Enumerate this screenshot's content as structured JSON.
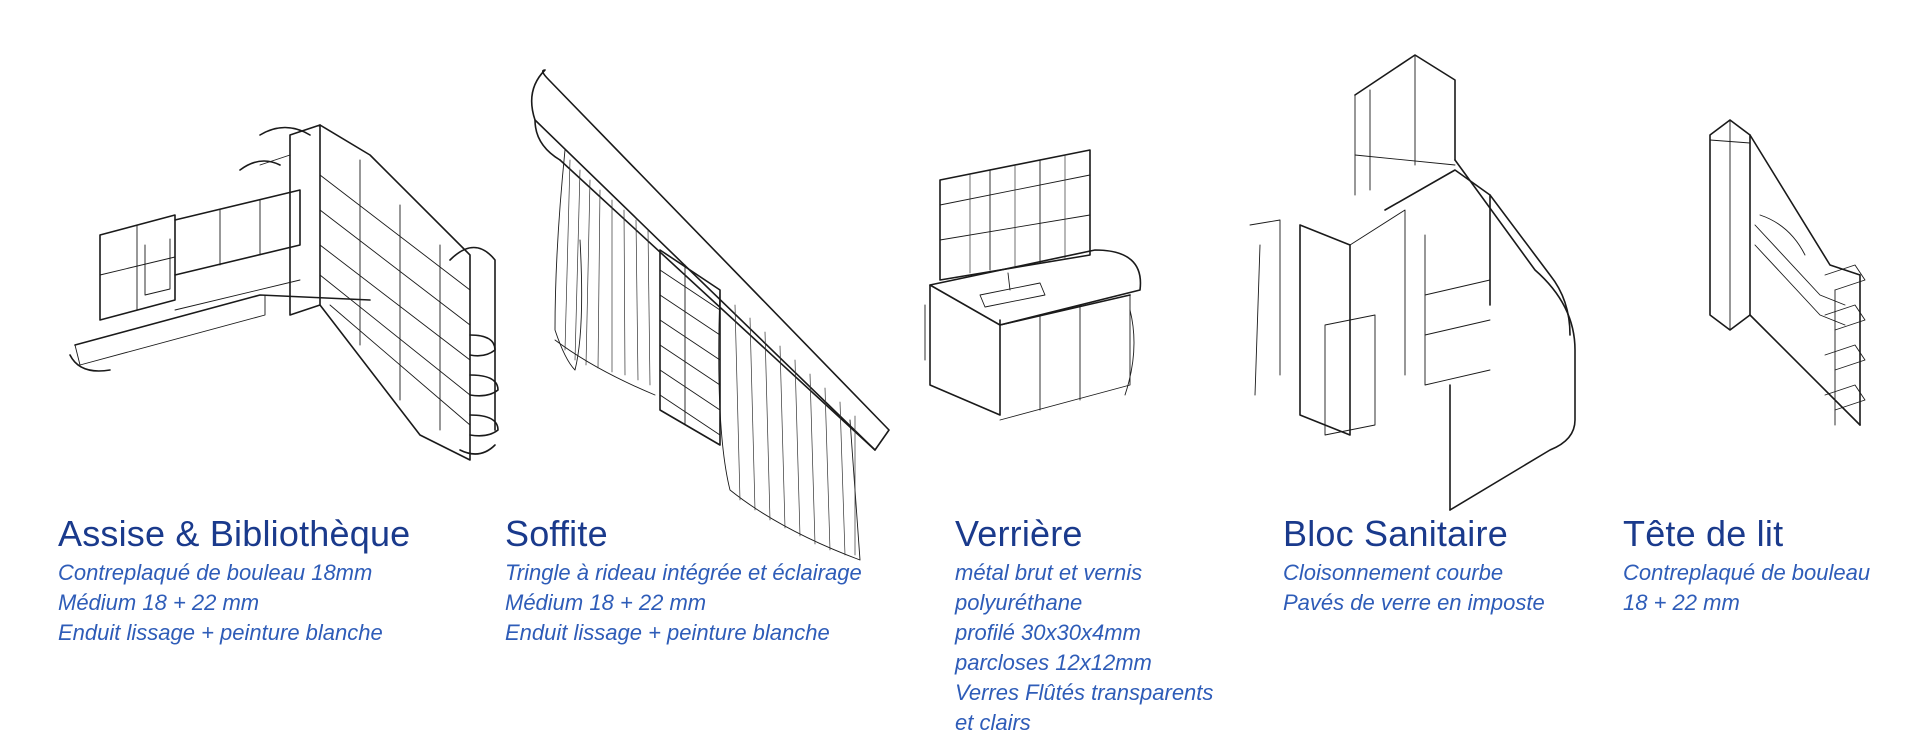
{
  "accent_colors": {
    "title": "#1a3a8c",
    "description": "#2e5cb8"
  },
  "items": [
    {
      "title": "Assise & Bibliothèque",
      "lines": [
        "Contreplaqué de bouleau 18mm",
        "Médium 18 + 22 mm",
        "Enduit lissage + peinture blanche"
      ],
      "sketch": "bench-bookshelf-sketch"
    },
    {
      "title": "Soffite",
      "lines": [
        "Tringle à rideau intégrée et éclairage",
        "Médium 18 + 22 mm",
        "Enduit lissage + peinture blanche"
      ],
      "sketch": "soffit-curtain-sketch"
    },
    {
      "title": "Verrière",
      "lines": [
        "métal brut et vernis",
        "polyuréthane",
        "profilé 30x30x4mm",
        "parcloses 12x12mm",
        "Verres Flûtés transparents",
        "et clairs"
      ],
      "sketch": "glass-partition-kitchen-sketch"
    },
    {
      "title": "Bloc Sanitaire",
      "lines": [
        "Cloisonnement courbe",
        "Pavés de verre en imposte"
      ],
      "sketch": "bathroom-block-sketch"
    },
    {
      "title": "Tête de lit",
      "lines": [
        "Contreplaqué de bouleau",
        "18 + 22 mm"
      ],
      "sketch": "headboard-sketch"
    }
  ]
}
